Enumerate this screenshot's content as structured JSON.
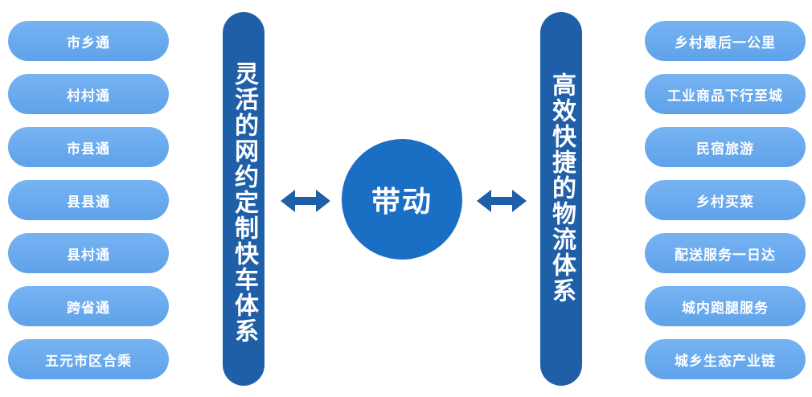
{
  "left_items": [
    "市乡通",
    "村村通",
    "市县通",
    "县县通",
    "县村通",
    "跨省通",
    "五元市区合乘"
  ],
  "left_bar_text": "灵活的网约定制快车体系",
  "center_text": "带动",
  "right_bar_text": "高效快捷的物流体系",
  "right_items": [
    "乡村最后一公里",
    "工业商品下行至城",
    "民宿旅游",
    "乡村买菜",
    "配送服务一日达",
    "城内跑腿服务",
    "城乡生态产业链"
  ],
  "colors": {
    "pill": "#6aaaf0",
    "bar": "#1f5fa8",
    "hub": "#1a6ec4",
    "arrow": "#1f5fa8"
  },
  "icons": [
    "double-arrow-icon"
  ]
}
